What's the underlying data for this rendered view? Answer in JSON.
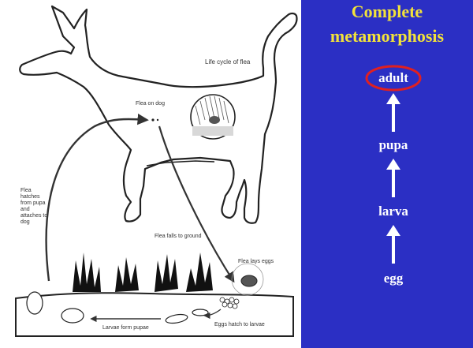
{
  "diagram": {
    "title": "Life cycle of flea",
    "labels": {
      "flea_on_dog": "Flea on dog",
      "flea_falls": "Flea falls to ground",
      "flea_lays_eggs": "Flea lays eggs",
      "eggs_hatch": "Eggs hatch to larvae",
      "larvae_pupae": "Larvae form pupae",
      "flea_hatches": "Flea hatches from pupa and attaches to dog"
    }
  },
  "panel": {
    "title_line1": "Complete",
    "title_line2": "metamorphosis",
    "stages": [
      "adult",
      "pupa",
      "larva",
      "egg"
    ],
    "highlighted_stage": "adult",
    "colors": {
      "background": "#2b2fc4",
      "title": "#f2e23a",
      "highlight_ring": "#e02020",
      "stage_text": "#ffffff"
    }
  }
}
